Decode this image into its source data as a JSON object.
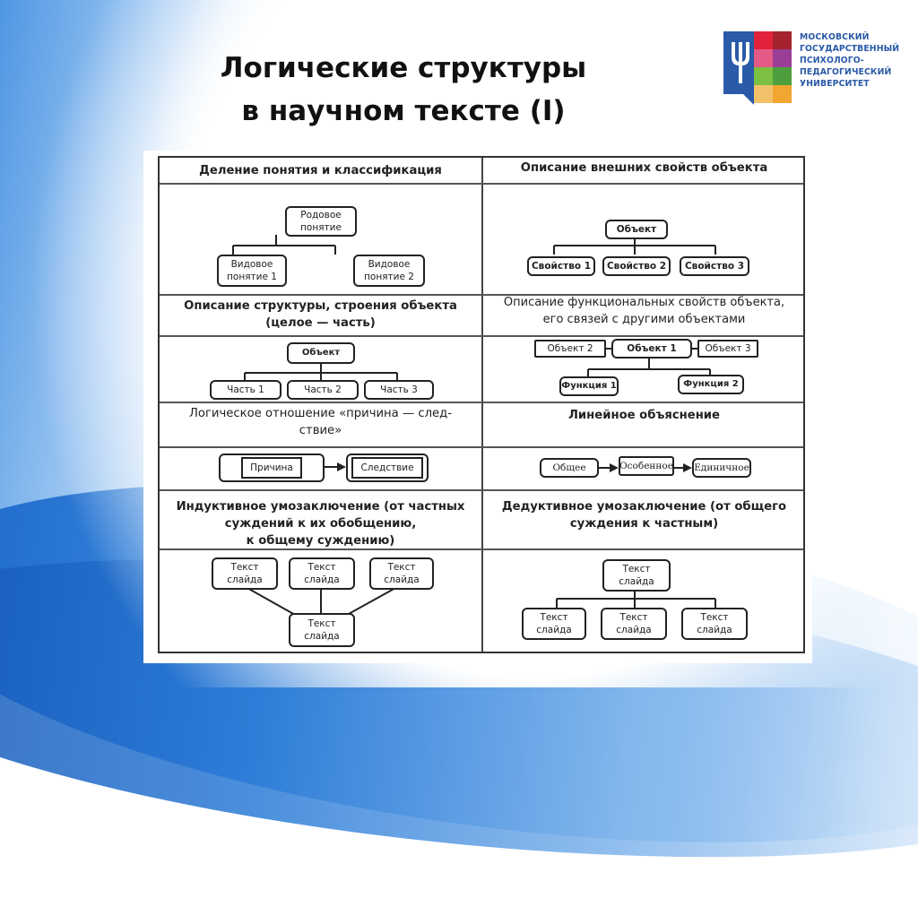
{
  "slide": {
    "title_line1": "Логические структуры",
    "title_line2": "в научном тексте (I)"
  },
  "logo": {
    "lines": [
      "МОСКОВСКИЙ",
      "ГОСУДАРСТВЕННЫЙ",
      "ПСИХОЛОГО-",
      "ПЕДАГОГИЧЕСКИЙ",
      "УНИВЕРСИТЕТ"
    ],
    "colors": {
      "shield": "#2a5aa8",
      "tiles": [
        "#e0233a",
        "#a5232f",
        "#e35a86",
        "#9a3e96",
        "#7bbf43",
        "#4e9e3e",
        "#f2c26a",
        "#f0a630"
      ]
    }
  },
  "table": {
    "sections": [
      {
        "left": {
          "heading": [
            "Деление понятия и классификация"
          ],
          "diagram": {
            "parent": [
              "Родовое",
              "понятие"
            ],
            "children": [
              [
                "Видовое",
                "понятие 1"
              ],
              [
                "Видовое",
                "понятие 2"
              ]
            ]
          }
        },
        "right": {
          "heading": [
            "Описание внешних свойств объекта"
          ],
          "diagram": {
            "parent": "Объект",
            "children": [
              "Свойство 1",
              "Свойство 2",
              "Свойство 3"
            ]
          }
        }
      },
      {
        "left": {
          "heading": [
            "Описание структуры, строения объекта",
            "(целое — часть)"
          ],
          "diagram": {
            "parent": "Объект",
            "children": [
              "Часть 1",
              "Часть 2",
              "Часть 3"
            ]
          }
        },
        "right": {
          "heading": [
            "Описание функциональных свойств объекта,",
            "его связей с другими объектами"
          ],
          "diagram": {
            "center": "Объект 1",
            "left": "Объект 2",
            "right": "Объект 3",
            "children": [
              "Функция 1",
              "Функция 2"
            ]
          }
        }
      },
      {
        "left": {
          "heading": [
            "Логическое отношение «причина — след-",
            "ствие»"
          ],
          "diagram": {
            "cause": "Причина",
            "effect": "Следствие"
          }
        },
        "right": {
          "heading": [
            "Линейное объяснение"
          ],
          "diagram": {
            "chain": [
              "Общее",
              "Особенное",
              "Единичное"
            ]
          }
        }
      },
      {
        "left": {
          "heading": [
            "Индуктивное умозаключение (от частных",
            "суждений к их обобщению,",
            "к общему суждению)"
          ],
          "diagram": {
            "tops": [
              [
                "Текст",
                "слайда"
              ],
              [
                "Текст",
                "слайда"
              ],
              [
                "Текст",
                "слайда"
              ]
            ],
            "bottom": [
              "Текст",
              "слайда"
            ]
          }
        },
        "right": {
          "heading": [
            "Дедуктивное умозаключение (от общего",
            "суждения к частным)"
          ],
          "diagram": {
            "top": [
              "Текст",
              "слайда"
            ],
            "bottoms": [
              [
                "Текст",
                "слайда"
              ],
              [
                "Текст",
                "слайда"
              ],
              [
                "Текст",
                "слайда"
              ]
            ]
          }
        }
      }
    ]
  }
}
